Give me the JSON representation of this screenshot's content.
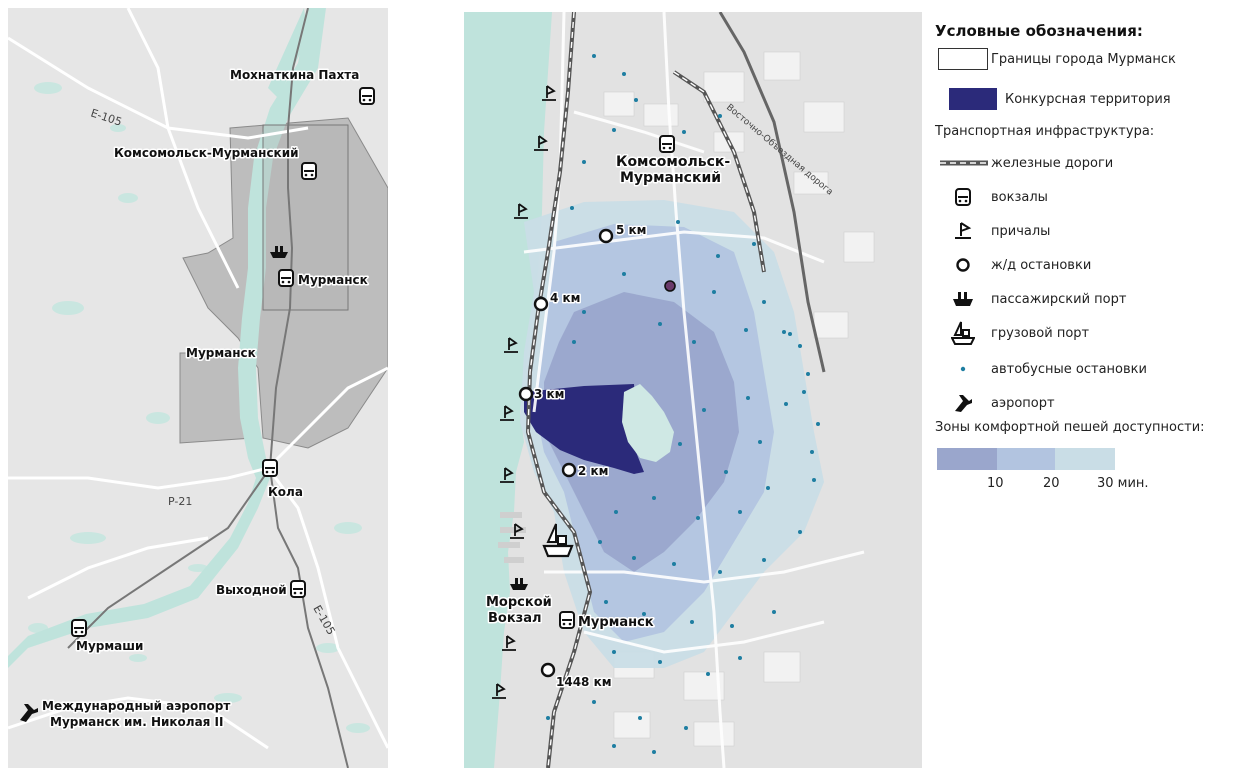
{
  "left_map": {
    "places": [
      {
        "id": "mokhnatkina",
        "label": "Мохнаткина Пахта"
      },
      {
        "id": "komsomolsk",
        "label": "Комсомольск-Мурманский"
      },
      {
        "id": "murmansk_station",
        "label": "Мурманск"
      },
      {
        "id": "murmansk_city",
        "label": "Мурманск"
      },
      {
        "id": "kola",
        "label": "Кола"
      },
      {
        "id": "vykhodnoy",
        "label": "Выходной"
      },
      {
        "id": "murmashi",
        "label": "Мурмаши"
      }
    ],
    "airport_label": [
      "Международный аэропорт",
      "Мурманск им. Николая II"
    ],
    "roads": {
      "e105_top": "E-105",
      "p21": "P-21",
      "e105_bottom": "E-105"
    }
  },
  "right_map": {
    "komsomolsk_label": [
      "Комсомольск-",
      "Мурманский"
    ],
    "bypass_road": "Восточно-Объездная дорога",
    "rail_stops": [
      "5 км",
      "4 км",
      "3 км",
      "2 км",
      "1448 км"
    ],
    "sea_station": [
      "Морской",
      "Вокзал"
    ],
    "murmansk_station": "Мурманск"
  },
  "legend": {
    "title": "Условные обозначения:",
    "items": [
      {
        "icon": "city-boundary-icon",
        "label": "Границы города Мурманск"
      },
      {
        "icon": "competition-area-icon",
        "label": "Конкурсная территория"
      }
    ],
    "transport_heading": "Транспортная инфраструктура:",
    "transport_items": [
      {
        "icon": "railway-icon",
        "label": "железные дороги"
      },
      {
        "icon": "train-station-icon",
        "label": "вокзалы"
      },
      {
        "icon": "pier-icon",
        "label": "причалы"
      },
      {
        "icon": "rail-stop-icon",
        "label": "ж/д остановки"
      },
      {
        "icon": "passenger-port-icon",
        "label": "пассажирский порт"
      },
      {
        "icon": "cargo-port-icon",
        "label": "грузовой порт"
      },
      {
        "icon": "bus-stop-icon",
        "label": "автобусные остановки"
      },
      {
        "icon": "airport-icon",
        "label": "аэропорт"
      }
    ],
    "zones_heading": "Зоны комфортной пешей доступности:",
    "zone_scale": [
      "10",
      "20",
      "30 мин."
    ]
  },
  "colors": {
    "water": "#bfe3dc",
    "land": "#e6e6e6",
    "area": "#2b2a7a",
    "zone10": "#9aa6cc",
    "zone20": "#b2c4e0",
    "zone30": "#c9dde6"
  }
}
